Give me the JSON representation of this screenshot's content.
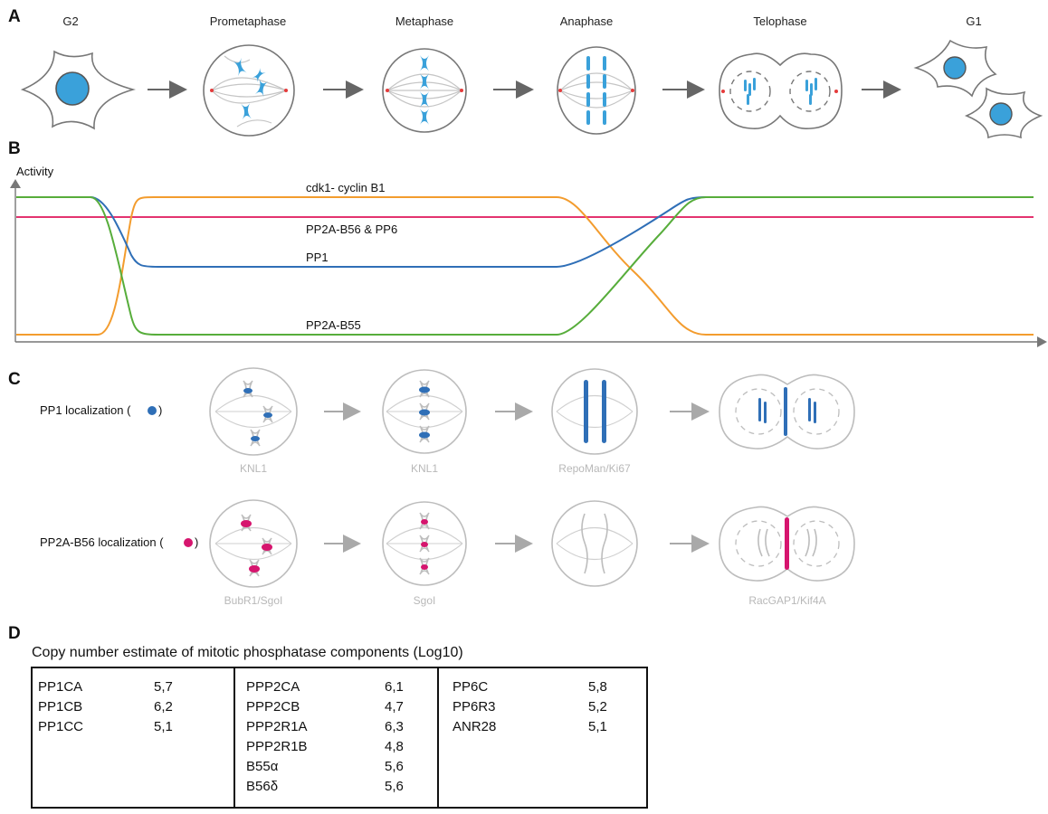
{
  "panels": {
    "a": "A",
    "b": "B",
    "c": "C",
    "d": "D"
  },
  "panel_a": {
    "phases": [
      "G2",
      "Prometaphase",
      "Metaphase",
      "Anaphase",
      "Telophase",
      "G1"
    ]
  },
  "panel_b": {
    "y_axis_label": "Activity",
    "curves": {
      "cdk1": "cdk1- cyclin B1",
      "pp2a_b56": "PP2A-B56 & PP6",
      "pp1": "PP1",
      "pp2a_b55": "PP2A-B55"
    },
    "colors": {
      "cdk1": "#f39c2e",
      "pp2a_b56": "#e3336f",
      "pp1": "#2f6fb7",
      "pp2a_b55": "#57ad3b"
    }
  },
  "panel_c": {
    "row1_label": "PP1 localization (",
    "row1_close": ")",
    "row2_label": "PP2A-B56 localization (",
    "row2_close": ")",
    "row1_factors": [
      "KNL1",
      "KNL1",
      "RepoMan/Ki67",
      ""
    ],
    "row2_factors": [
      "BubR1/SgoI",
      "SgoI",
      "",
      "RacGAP1/Kif4A"
    ],
    "marker_colors": {
      "pp1": "#2f6fb7",
      "pp2a_b56": "#d6156e"
    }
  },
  "panel_d": {
    "title": "Copy number estimate of mitotic phosphatase components (Log10)",
    "col1": [
      [
        "PP1CA",
        "5,7"
      ],
      [
        "PP1CB",
        "6,2"
      ],
      [
        "PP1CC",
        "5,1"
      ]
    ],
    "col2": [
      [
        "PPP2CA",
        "6,1"
      ],
      [
        "PPP2CB",
        "4,7"
      ],
      [
        "PPP2R1A",
        "6,3"
      ],
      [
        "PPP2R1B",
        "4,8"
      ],
      [
        "B55α",
        "5,6"
      ],
      [
        "B56δ",
        "5,6"
      ]
    ],
    "col3": [
      [
        "PP6C",
        "5,8"
      ],
      [
        "PP6R3",
        "5,2"
      ],
      [
        "ANR28",
        "5,1"
      ]
    ]
  }
}
